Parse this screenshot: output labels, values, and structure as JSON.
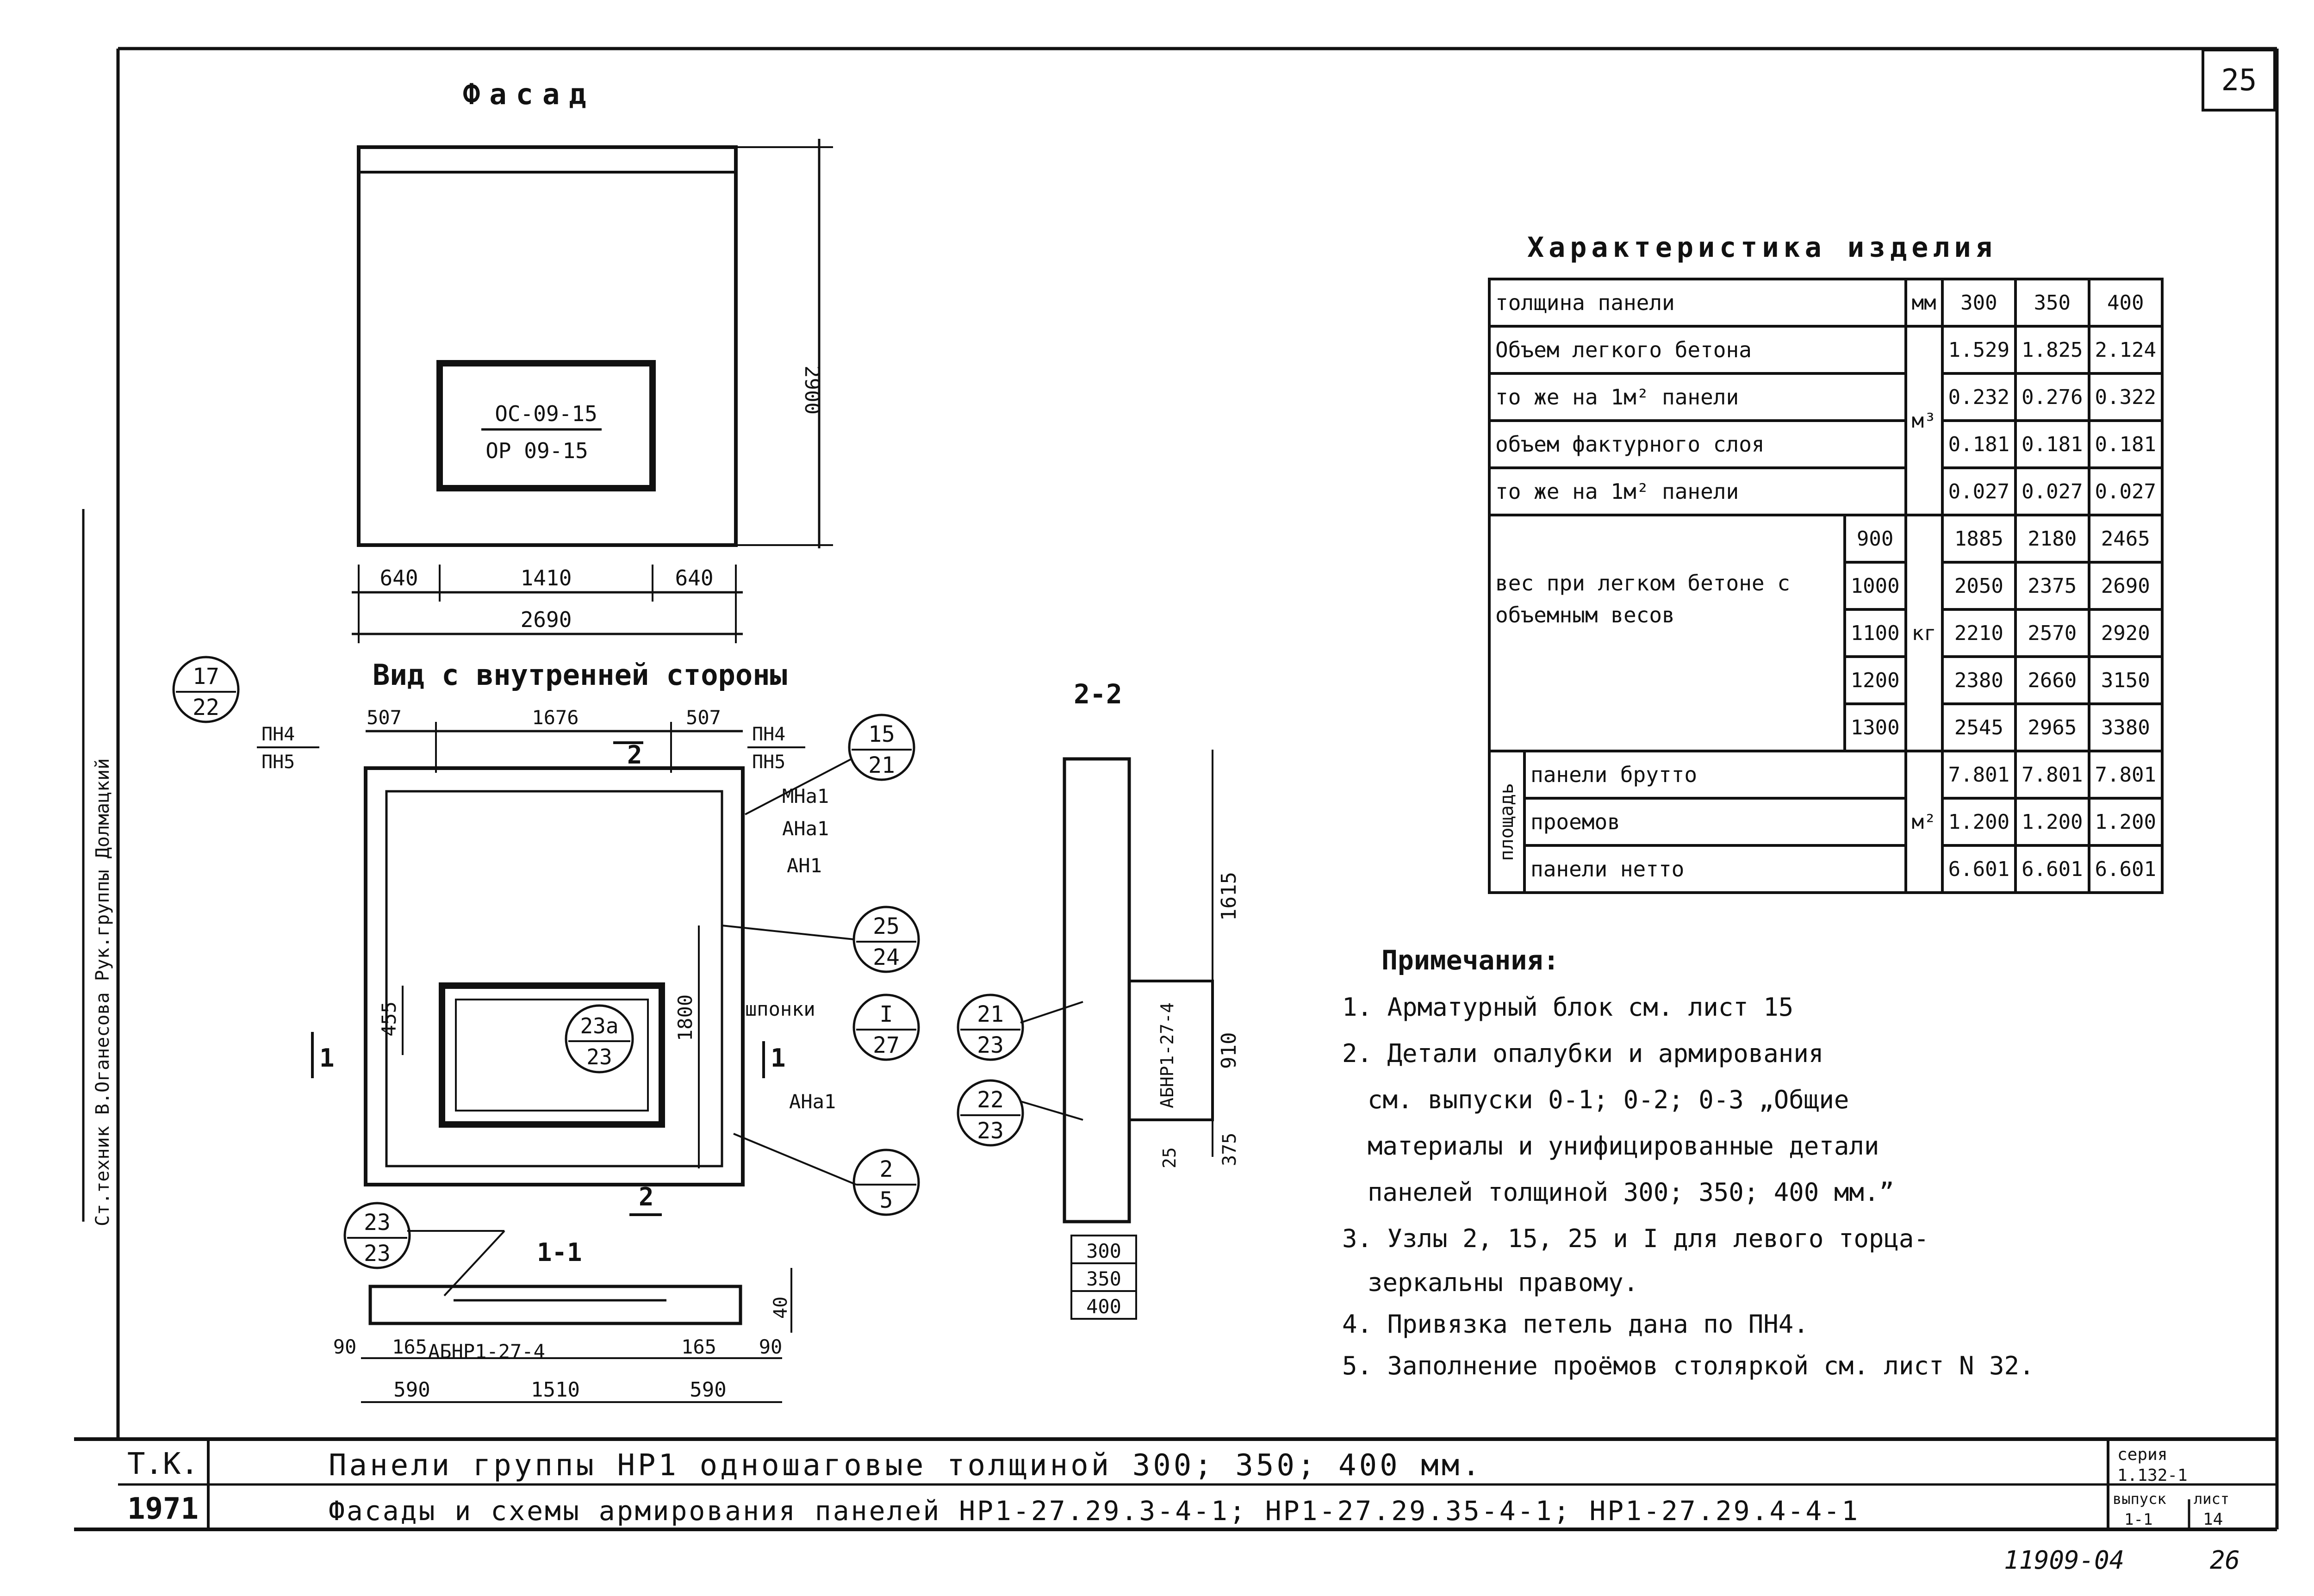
{
  "sheet_number": "25",
  "facade": {
    "title": "Фасад",
    "window_label_1": "ОС-09-15",
    "window_label_2": "ОР 09-15",
    "height_dim": "2900",
    "dims_top": [
      "640",
      "1410",
      "640"
    ],
    "dim_total": "2690"
  },
  "inner_view": {
    "title": "Вид с внутренней стороны",
    "dims_top": [
      "507",
      "1676",
      "507"
    ],
    "label_left_1": "ПН4",
    "label_left_2": "ПН5",
    "label_right_1": "ПН4",
    "label_right_2": "ПН5",
    "callout_17_22": [
      "17",
      "22"
    ],
    "callout_15_21": [
      "15",
      "21"
    ],
    "callout_25_24": [
      "25",
      "24"
    ],
    "callout_I_27": [
      "I",
      "27"
    ],
    "callout_2_5": [
      "2",
      "5"
    ],
    "callout_23a_23": [
      "23а",
      "23"
    ],
    "items": [
      "МНа1",
      "АНа1",
      "АН1",
      "шпонки",
      "АНа1"
    ],
    "dim_455": "455",
    "dim_1800": "1800",
    "section_mark_1_left": "1",
    "section_mark_1_right": "1",
    "section_mark_2_top": "2",
    "section_mark_2_bottom": "2"
  },
  "section_1_1": {
    "title": "1-1",
    "callout": [
      "23",
      "23"
    ],
    "frame_label": "АБНР1-27-4",
    "dims_row1": [
      "90",
      "165",
      "165",
      "90"
    ],
    "dims_row2": [
      "590",
      "1510",
      "590"
    ],
    "dim_40": "40"
  },
  "section_2_2": {
    "title": "2-2",
    "dims": [
      "1615",
      "910",
      "375",
      "25"
    ],
    "frame_label": "АБНР1-27-4",
    "thicknesses": [
      "300",
      "350",
      "400"
    ],
    "callout_21_23": [
      "21",
      "23"
    ],
    "callout_22_23": [
      "22",
      "23"
    ]
  },
  "characteristics": {
    "title": "Характеристика изделия",
    "header": [
      "толщина панели",
      "мм",
      "300",
      "350",
      "400"
    ],
    "rows": [
      {
        "label": "Объем легкого бетона",
        "v": [
          "1.529",
          "1.825",
          "2.124"
        ]
      },
      {
        "label": "то же на 1м² панели",
        "v": [
          "0.232",
          "0.276",
          "0.322"
        ]
      },
      {
        "label": "объем фактурного слоя",
        "v": [
          "0.181",
          "0.181",
          "0.181"
        ]
      },
      {
        "label": "то же на 1м² панели",
        "v": [
          "0.027",
          "0.027",
          "0.027"
        ]
      }
    ],
    "unit_m3": "м³",
    "weight_label": "вес при легком бетоне с объемным весов",
    "weight_unit": "кг",
    "weights": [
      {
        "d": "900",
        "v": [
          "1885",
          "2180",
          "2465"
        ]
      },
      {
        "d": "1000",
        "v": [
          "2050",
          "2375",
          "2690"
        ]
      },
      {
        "d": "1100",
        "v": [
          "2210",
          "2570",
          "2920"
        ]
      },
      {
        "d": "1200",
        "v": [
          "2380",
          "2660",
          "3150"
        ]
      },
      {
        "d": "1300",
        "v": [
          "2545",
          "2965",
          "3380"
        ]
      }
    ],
    "area_label": "площадь",
    "area_unit": "м²",
    "areas": [
      {
        "label": "панели брутто",
        "v": [
          "7.801",
          "7.801",
          "7.801"
        ]
      },
      {
        "label": "проемов",
        "v": [
          "1.200",
          "1.200",
          "1.200"
        ]
      },
      {
        "label": "панели нетто",
        "v": [
          "6.601",
          "6.601",
          "6.601"
        ]
      }
    ]
  },
  "notes": {
    "title": "Примечания:",
    "lines": [
      "1. Арматурный блок см. лист 15",
      "2. Детали опалубки и армирования",
      "см. выпуски 0-1; 0-2; 0-3 „Общие",
      "материалы и унифицированные детали",
      "панелей толщиной 300; 350; 400 мм.”",
      "3. Узлы 2, 15, 25 и I для левого торца-",
      "зеркальны правому.",
      "4. Привязка петель дана по ПН4.",
      "5. Заполнение проёмов столяркой см. лист N 32."
    ]
  },
  "side_stamp": "Ст.техник  В.Оганесова  Рук.группы  Долмацкий",
  "title_block": {
    "org": "Т.К.",
    "year": "1971",
    "line1": "Панели группы НР1 одношаговые толщиной 300; 350; 400 мм.",
    "line2": "Фасады и схемы армирования панелей НР1-27.29.3-4-1; НР1-27.29.35-4-1; НР1-27.29.4-4-1",
    "series_label": "серия",
    "series": "1.132-1",
    "issue_label": "выпуск",
    "issue": "1-1",
    "sheet_label": "лист",
    "sheet": "14"
  },
  "footer_code": "11909-04",
  "footer_page": "26"
}
